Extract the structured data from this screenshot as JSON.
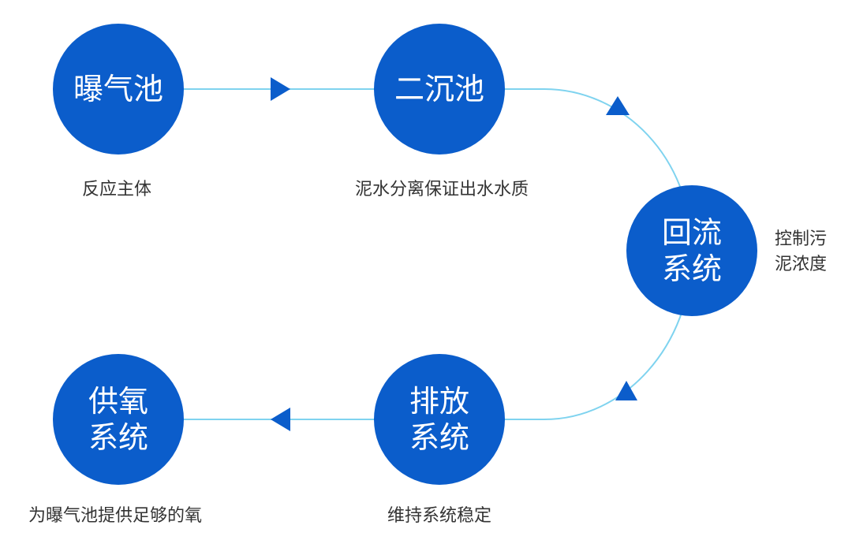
{
  "colors": {
    "node": "#0b5dcb",
    "link": "#7fd3ef",
    "arrow": "#0b5dcb",
    "text": "#333333"
  },
  "nodes": [
    {
      "id": "aeration-tank",
      "label": "曝气池",
      "description": "反应主体"
    },
    {
      "id": "secondary-clarifier",
      "label": "二沉池",
      "description": "泥水分离保证出水水质"
    },
    {
      "id": "return-system",
      "label": "回流系统",
      "description": "控制污泥浓度"
    },
    {
      "id": "discharge-system",
      "label": "排放系统",
      "description": "维持系统稳定"
    },
    {
      "id": "oxygen-supply-system",
      "label": "供氧系统",
      "description": "为曝气池提供足够的氧"
    }
  ],
  "edges": [
    {
      "from": "aeration-tank",
      "to": "secondary-clarifier",
      "direction": "right"
    },
    {
      "from": "secondary-clarifier",
      "to": "return-system",
      "direction": "down-right"
    },
    {
      "from": "return-system",
      "to": "discharge-system",
      "direction": "down-left"
    },
    {
      "from": "discharge-system",
      "to": "oxygen-supply-system",
      "direction": "left"
    }
  ]
}
